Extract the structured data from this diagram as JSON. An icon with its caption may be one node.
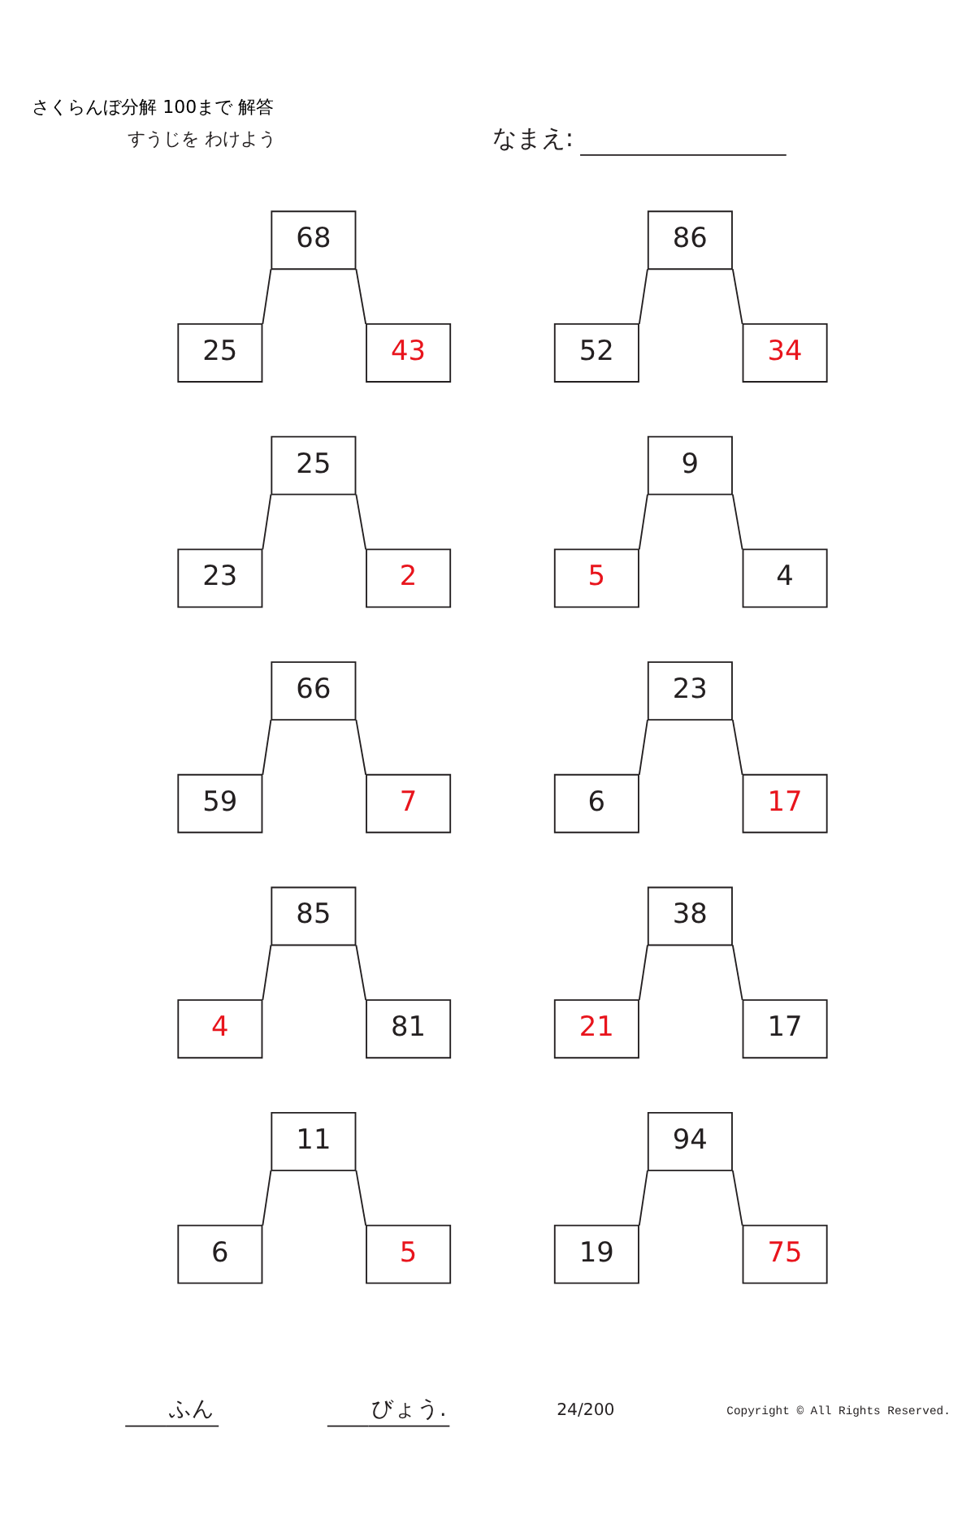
{
  "diagram": {
    "title": "さくらんぼ分解 100まで 解答",
    "nodes": [
      {
        "text": [
          "68"
        ]
      },
      {
        "text": [
          "25"
        ]
      },
      {
        "text": [
          "43"
        ]
      },
      {
        "text": [
          "86"
        ]
      },
      {
        "text": [
          "52"
        ]
      },
      {
        "text": [
          "34"
        ]
      },
      {
        "text": [
          "25"
        ]
      },
      {
        "text": [
          "23"
        ]
      },
      {
        "text": [
          "2"
        ]
      },
      {
        "text": [
          "9"
        ]
      },
      {
        "text": [
          "5"
        ]
      },
      {
        "text": [
          "4"
        ]
      },
      {
        "text": [
          "66"
        ]
      },
      {
        "text": [
          "59"
        ]
      },
      {
        "text": [
          "7"
        ]
      },
      {
        "text": [
          "23"
        ]
      },
      {
        "text": [
          "6"
        ]
      },
      {
        "text": [
          "17"
        ]
      },
      {
        "text": [
          "85"
        ]
      },
      {
        "text": [
          "4"
        ]
      },
      {
        "text": [
          "81"
        ]
      },
      {
        "text": [
          "38"
        ]
      },
      {
        "text": [
          "21"
        ]
      },
      {
        "text": [
          "17"
        ]
      },
      {
        "text": [
          "11"
        ]
      },
      {
        "text": [
          "6"
        ]
      },
      {
        "text": [
          "5"
        ]
      },
      {
        "text": [
          "94"
        ]
      },
      {
        "text": [
          "19"
        ]
      },
      {
        "text": [
          "75"
        ]
      }
    ],
    "edges": [
      {
        "from": 0,
        "to": 1,
        "arrow": "none"
      },
      {
        "from": 0,
        "to": 2,
        "arrow": "none"
      },
      {
        "from": 3,
        "to": 4,
        "arrow": "none"
      },
      {
        "from": 3,
        "to": 5,
        "arrow": "none"
      },
      {
        "from": 6,
        "to": 7,
        "arrow": "none"
      },
      {
        "from": 6,
        "to": 8,
        "arrow": "none"
      },
      {
        "from": 9,
        "to": 10,
        "arrow": "none"
      },
      {
        "from": 9,
        "to": 11,
        "arrow": "none"
      },
      {
        "from": 12,
        "to": 13,
        "arrow": "none"
      },
      {
        "from": 12,
        "to": 14,
        "arrow": "none"
      },
      {
        "from": 15,
        "to": 16,
        "arrow": "none"
      },
      {
        "from": 15,
        "to": 17,
        "arrow": "none"
      },
      {
        "from": 18,
        "to": 19,
        "arrow": "none"
      },
      {
        "from": 18,
        "to": 20,
        "arrow": "none"
      },
      {
        "from": 21,
        "to": 22,
        "arrow": "none"
      },
      {
        "from": 21,
        "to": 23,
        "arrow": "none"
      },
      {
        "from": 24,
        "to": 25,
        "arrow": "none"
      },
      {
        "from": 24,
        "to": 26,
        "arrow": "none"
      },
      {
        "from": 27,
        "to": 28,
        "arrow": "none"
      },
      {
        "from": 27,
        "to": 29,
        "arrow": "none"
      }
    ],
    "labels": [
      "すうじを わけよう",
      "なまえ:",
      "ふん",
      "びょう.",
      "24/200",
      "Copyright © All Rights Reserved."
    ]
  }
}
